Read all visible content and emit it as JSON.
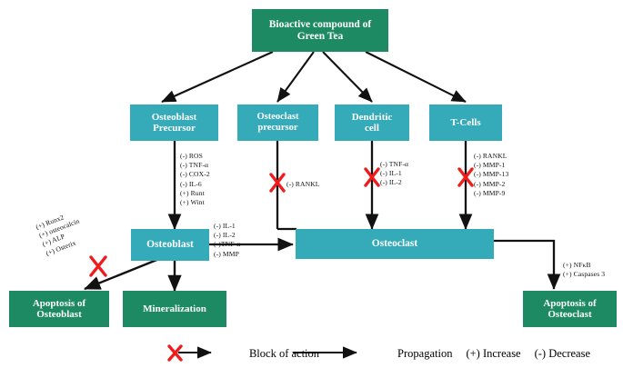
{
  "title_box": {
    "line1": "Bioactive compound of",
    "line2": "Green Tea"
  },
  "cells": [
    {
      "name": "osteoblast-precursor",
      "line1": "Osteoblast",
      "line2": "Precursor"
    },
    {
      "name": "osteoclast-precursor",
      "line1": "Osteoclast",
      "line2": "precursor"
    },
    {
      "name": "dendritic-cell",
      "line1": "Dendritic",
      "line2": "cell"
    },
    {
      "name": "t-cells",
      "line1": "T-Cells",
      "line2": ""
    }
  ],
  "mediators": {
    "osteoblast_precursor": [
      "(-) ROS",
      "(-) TNF-α",
      "(-) COX-2",
      "(-) IL-6",
      "(+) Runt",
      "(+) Wint"
    ],
    "osteoclast_precursor": [
      "(-) RANKL"
    ],
    "dendritic_cell": [
      "(-) TNF-α",
      "(-) IL-1",
      "(-) IL-2"
    ],
    "t_cells": [
      "(-) RANKL",
      "(-) MMP-1",
      "(-) MMP-13",
      "(-) MMP-2",
      "(-) MMP-9"
    ],
    "osteoblast_markers": [
      "(+) Runx2",
      "(+) osteocalcin",
      "(+) ALP",
      "(+) Osterix"
    ],
    "osteoblast_to_osteoclast": [
      "(-) IL-1",
      "(-) IL-2",
      "(-)TNF-α",
      "(-) MMP"
    ],
    "osteoclast_apoptosis": [
      "(+) NFκB",
      "(+) Caspases 3"
    ]
  },
  "effectors": {
    "osteoblast": "Osteoblast",
    "osteoclast": "Osteoclast"
  },
  "outcomes": [
    {
      "name": "apoptosis-of-osteoblast",
      "line1": "Apoptosis of",
      "line2": "Osteoblast"
    },
    {
      "name": "mineralization",
      "line1": "Mineralization",
      "line2": ""
    },
    {
      "name": "apoptosis-of-osteoclast",
      "line1": "Apoptosis of",
      "line2": "Osteoclast"
    }
  ],
  "legend": {
    "block": "Block of action",
    "propagation": "Propagation",
    "increase": "(+) Increase",
    "decrease": "(-) Decrease"
  },
  "colors": {
    "green": "#1d8a63",
    "teal": "#35aab8",
    "block_x": "#ee1c1c",
    "arrow": "#111111"
  }
}
